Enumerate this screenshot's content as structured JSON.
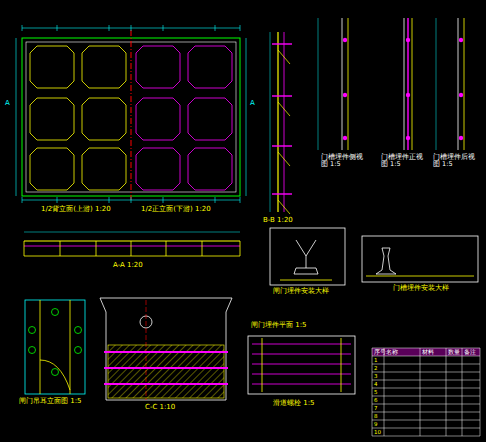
{
  "diagram": {
    "labels": [
      "1/2背立面(上游) 1:20",
      "1/2正立面(下游) 1:20",
      "B-B 1:20",
      "门槽埋件侧视图 1:5",
      "门槽埋件正视图 1:5",
      "门槽埋件后视图 1:5",
      "A-A 1:20",
      "闸门埋件安装大样",
      "门槽埋件安装大样",
      "闸门吊耳立面图 1:5",
      "C-C 1:10",
      "闸门埋件平面 1:5",
      "滑道螺栓 1:5",
      "A",
      "A",
      "序号",
      "名称",
      "材料",
      "数量",
      "备注",
      "1",
      "2",
      "3",
      "4",
      "5",
      "6",
      "7",
      "8",
      "9",
      "10"
    ]
  }
}
